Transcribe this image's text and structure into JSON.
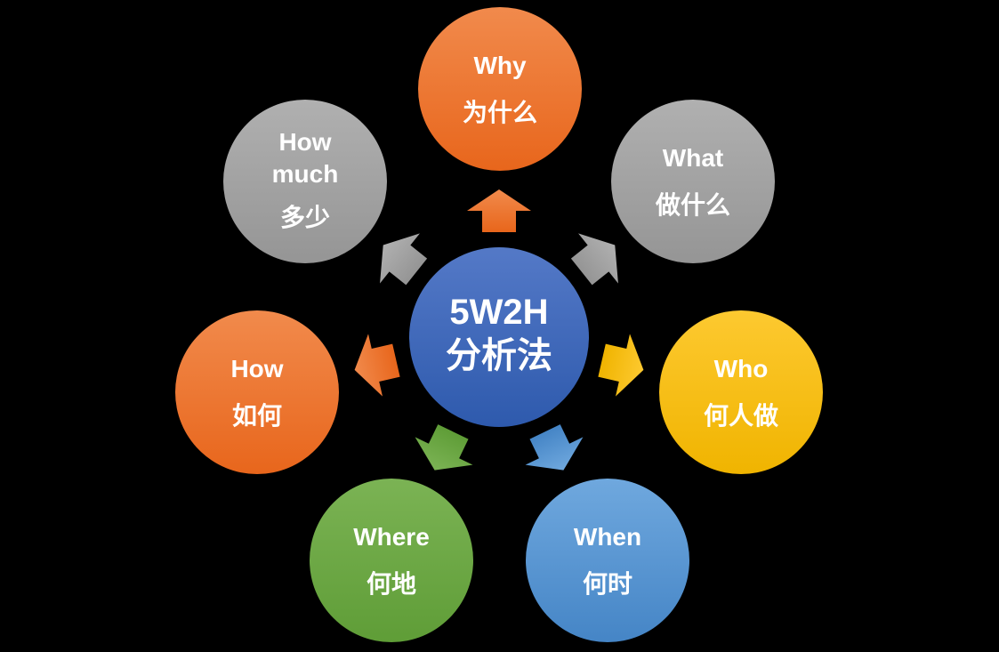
{
  "title": "5W2H分析法",
  "palette": {
    "background": "#000000",
    "text": "#ffffff",
    "center_top": "#5479C7",
    "center_bottom": "#2E5AAD",
    "orange_top": "#F18A4C",
    "orange_bottom": "#E8661C",
    "gray_top": "#B0B0B0",
    "gray_bottom": "#959595",
    "yellow_top": "#FDC930",
    "yellow_bottom": "#F0B400",
    "blue_top": "#6FA8DE",
    "blue_bottom": "#4585C6",
    "green_top": "#7BB354",
    "green_bottom": "#5F9D37"
  },
  "center": {
    "line1": "5W2H",
    "line2": "分析法"
  },
  "nodes": [
    {
      "id": "why",
      "en": "Why",
      "zh": "为什么",
      "color": "orange"
    },
    {
      "id": "what",
      "en": "What",
      "zh": "做什么",
      "color": "gray"
    },
    {
      "id": "who",
      "en": "Who",
      "zh": "何人做",
      "color": "yellow"
    },
    {
      "id": "when",
      "en": "When",
      "zh": "何时",
      "color": "blue"
    },
    {
      "id": "where",
      "en": "Where",
      "zh": "何地",
      "color": "green"
    },
    {
      "id": "how",
      "en": "How",
      "zh": "如何",
      "color": "orange"
    },
    {
      "id": "how-much",
      "en1": "How",
      "en2": "much",
      "zh": "多少",
      "color": "gray"
    }
  ]
}
